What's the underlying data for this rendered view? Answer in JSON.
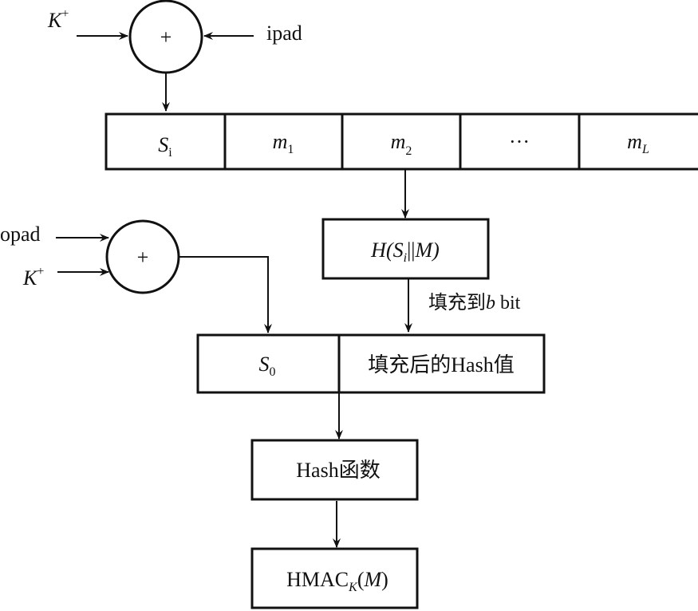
{
  "diagram": {
    "title": "HMAC structure",
    "inner_xor": {
      "symbol": "+",
      "input_left": {
        "base": "K",
        "sup": "+"
      },
      "input_right": "ipad"
    },
    "message_row": [
      {
        "base": "S",
        "sub": "i"
      },
      {
        "base": "m",
        "sub": "1"
      },
      {
        "base": "m",
        "sub": "2"
      },
      {
        "base": "···",
        "sub": ""
      },
      {
        "base": "m",
        "sub": "L"
      }
    ],
    "inner_hash": {
      "prefix": "H(",
      "s": "S",
      "sub": "i",
      "sep": "||",
      "m": "M",
      "suffix": ")"
    },
    "padding_label": {
      "cn": "填充到",
      "b": "b",
      "bit": " bit"
    },
    "outer_xor": {
      "symbol": "+",
      "input_top": "opad",
      "input_bottom": {
        "base": "K",
        "sup": "+"
      }
    },
    "outer_row": [
      {
        "base": "S",
        "sub": "0"
      },
      {
        "label": "填充后的Hash值"
      }
    ],
    "hash_function": "Hash函数",
    "output": {
      "base": "HMAC",
      "sub": "K",
      "arg_open": "(",
      "arg": "M",
      "arg_close": ")"
    }
  }
}
